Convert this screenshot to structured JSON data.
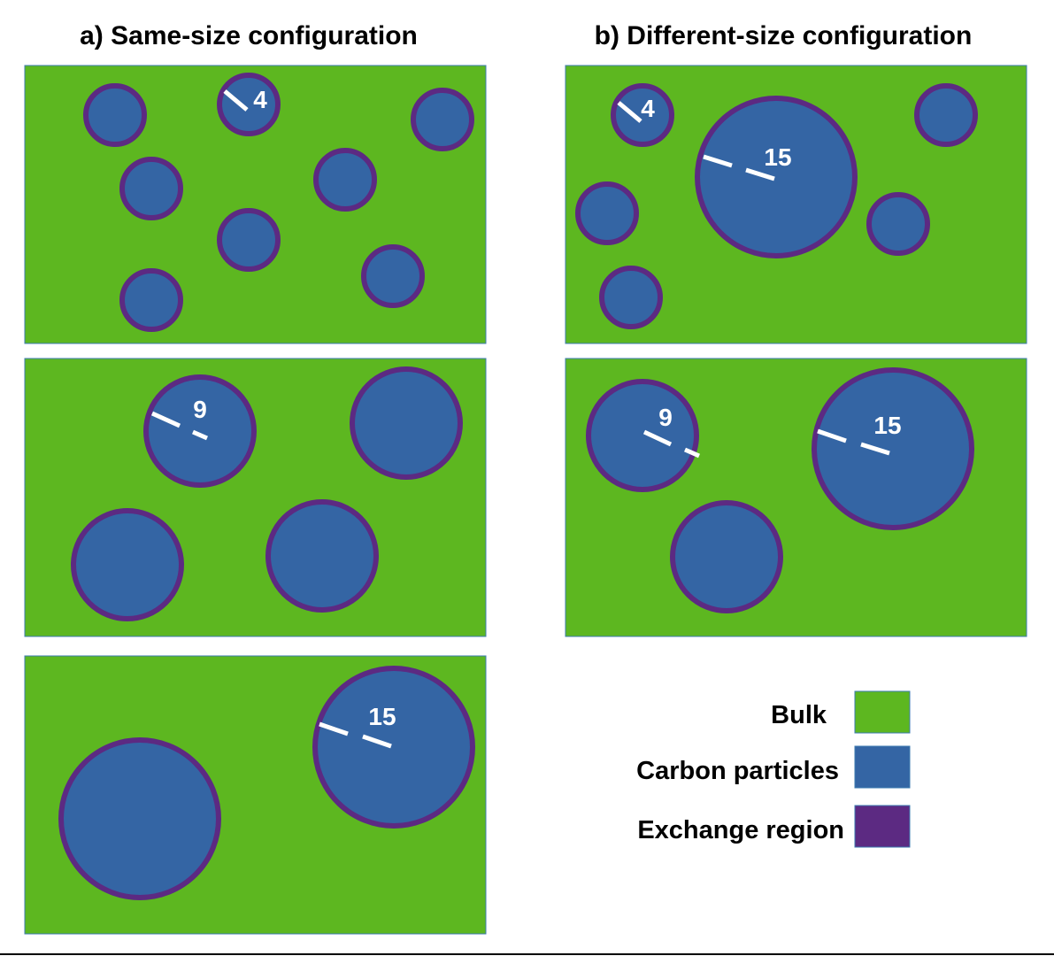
{
  "titles": {
    "a": "a) Same-size configuration",
    "b": "b) Different-size configuration"
  },
  "labels": {
    "r4": "4",
    "r9": "9",
    "r15": "15"
  },
  "legend": {
    "bulk": "Bulk",
    "carbon": "Carbon particles",
    "exchange": "Exchange region"
  },
  "colors": {
    "bulk": "#5db720",
    "carbon": "#3465a4",
    "exchange": "#5c2a82",
    "frame": "#3c7bb0"
  }
}
